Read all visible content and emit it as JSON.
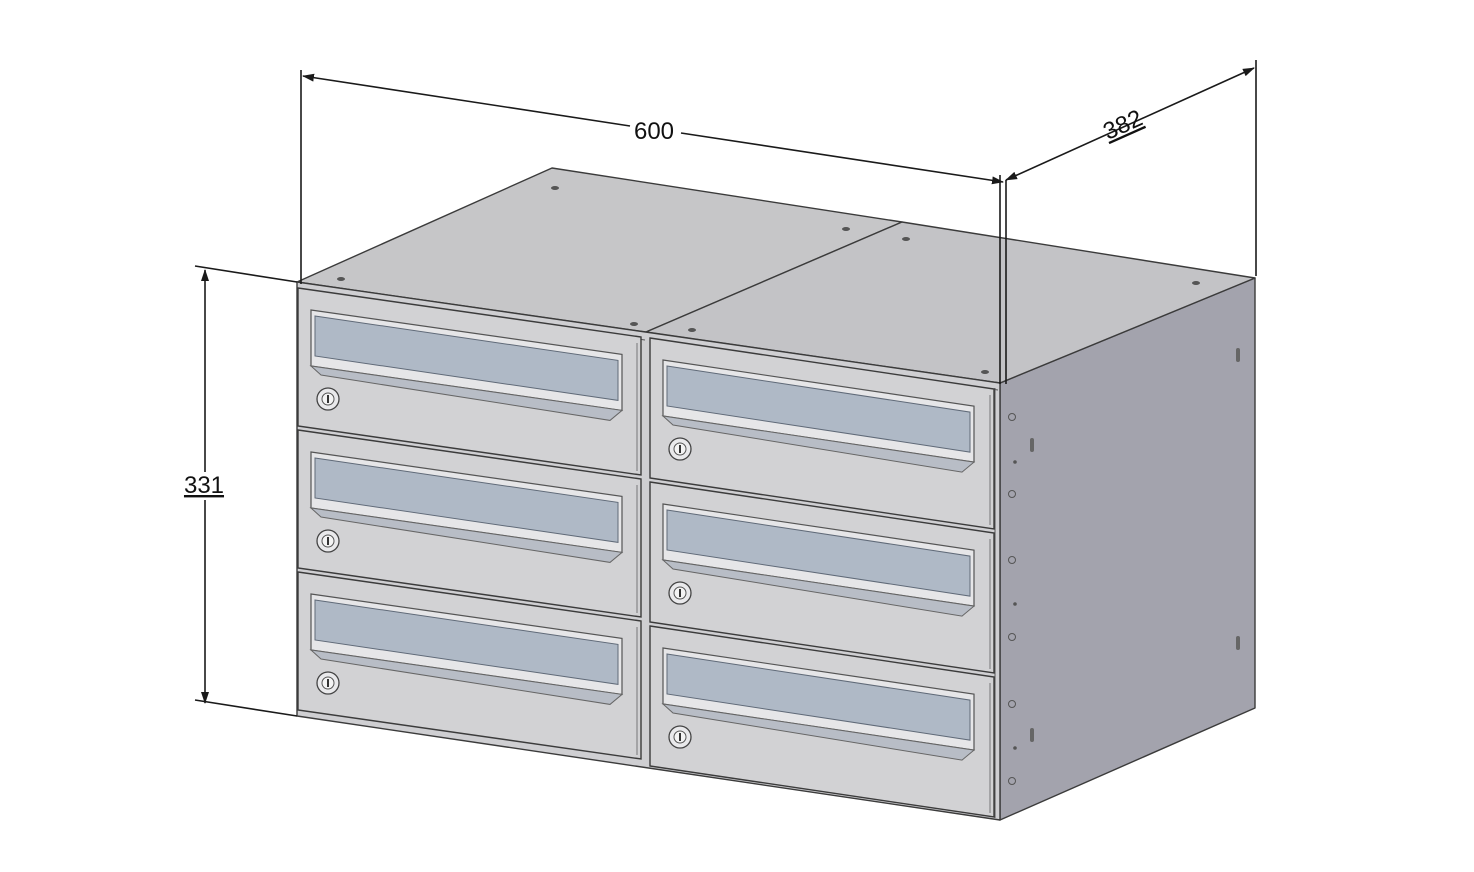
{
  "drawing": {
    "dimensions": {
      "width": "600",
      "depth": "382",
      "height": "331"
    },
    "units_grid": {
      "columns": 2,
      "rows": 3
    },
    "colors": {
      "top": "#c6c6c8",
      "front": "#d2d2d4",
      "side": "#a3a3ad",
      "slot": "#afb9c6",
      "slot_frame": "#e6e6e8",
      "edge": "#3b3b3b",
      "dimension_line": "#1a1a1a"
    }
  }
}
